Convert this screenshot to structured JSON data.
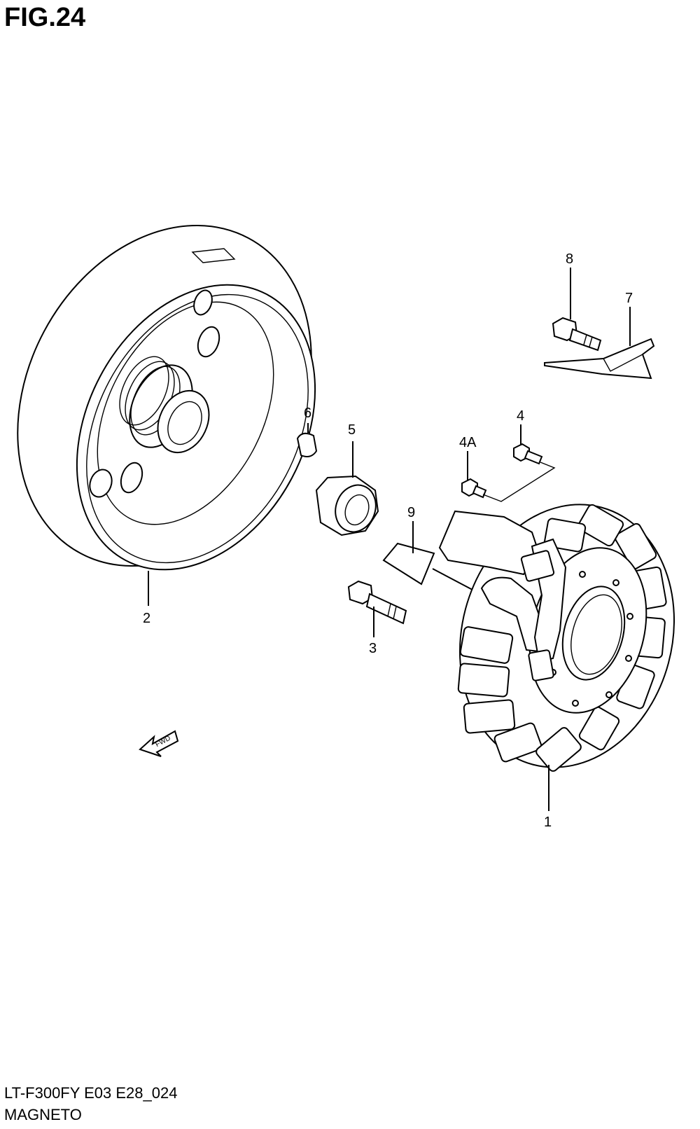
{
  "header": {
    "figure_title": "FIG.24"
  },
  "callouts": {
    "c1": "1",
    "c2": "2",
    "c3": "3",
    "c4": "4",
    "c4a": "4A",
    "c5": "5",
    "c6": "6",
    "c7": "7",
    "c8": "8",
    "c9": "9"
  },
  "direction_marker": {
    "label": "FWD",
    "icon": "forward-arrow-icon"
  },
  "footer": {
    "model_code": "LT-F300FY E03 E28_024",
    "section_name": "MAGNETO"
  }
}
